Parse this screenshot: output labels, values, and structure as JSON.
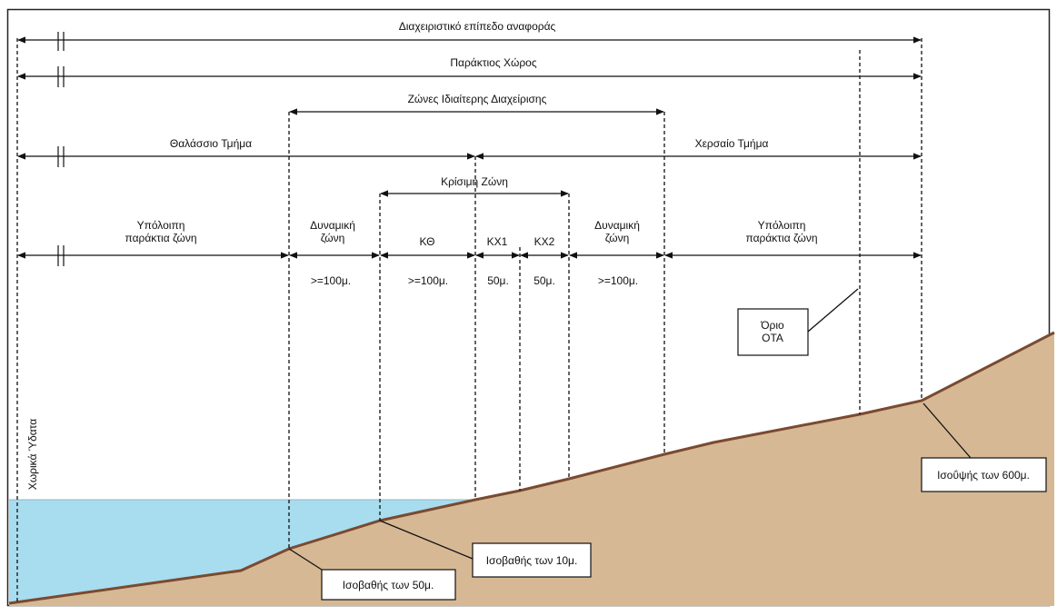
{
  "title": "",
  "colors": {
    "water": "#a8dcef",
    "land": "#d6b894",
    "ground_line": "#7a4a30",
    "line": "#111111"
  },
  "arrows": {
    "management_level": "Διαχειριστικό επίπεδο αναφοράς",
    "coastal_space": "Παράκτιος Χώρος",
    "special_zones": "Ζώνες Ιδιαίτερης Διαχείρισης",
    "marine_part": "Θαλάσσιο Τμήμα",
    "land_part": "Χερσαίο Τμήμα",
    "critical_zone": "Κρίσιμη  Ζώνη"
  },
  "zones": {
    "rest_left": "Υπόλοιπη\nπαράκτια ζώνη",
    "dynamic_left": "Δυναμική\nζώνη",
    "k_theta": "ΚΘ",
    "kx1": "ΚΧ1",
    "kx2": "ΚΧ2",
    "dynamic_right": "Δυναμική\nζώνη",
    "rest_right": "Υπόλοιπη\nπαράκτια ζώνη"
  },
  "widths": {
    "dynamic_left": ">=100μ.",
    "k_theta": ">=100μ.",
    "kx1": "50μ.",
    "kx2": "50μ.",
    "dynamic_right": ">=100μ."
  },
  "annotations": {
    "ota_boundary": "Όριο\nΟΤΑ",
    "isobath_50": "Ισοβαθής των 50μ.",
    "isobath_10": "Ισοβαθής των 10μ.",
    "contour_600": "Ισοΰψής των 600μ.",
    "territorial_waters": "Χωρικά Ύδατα"
  }
}
